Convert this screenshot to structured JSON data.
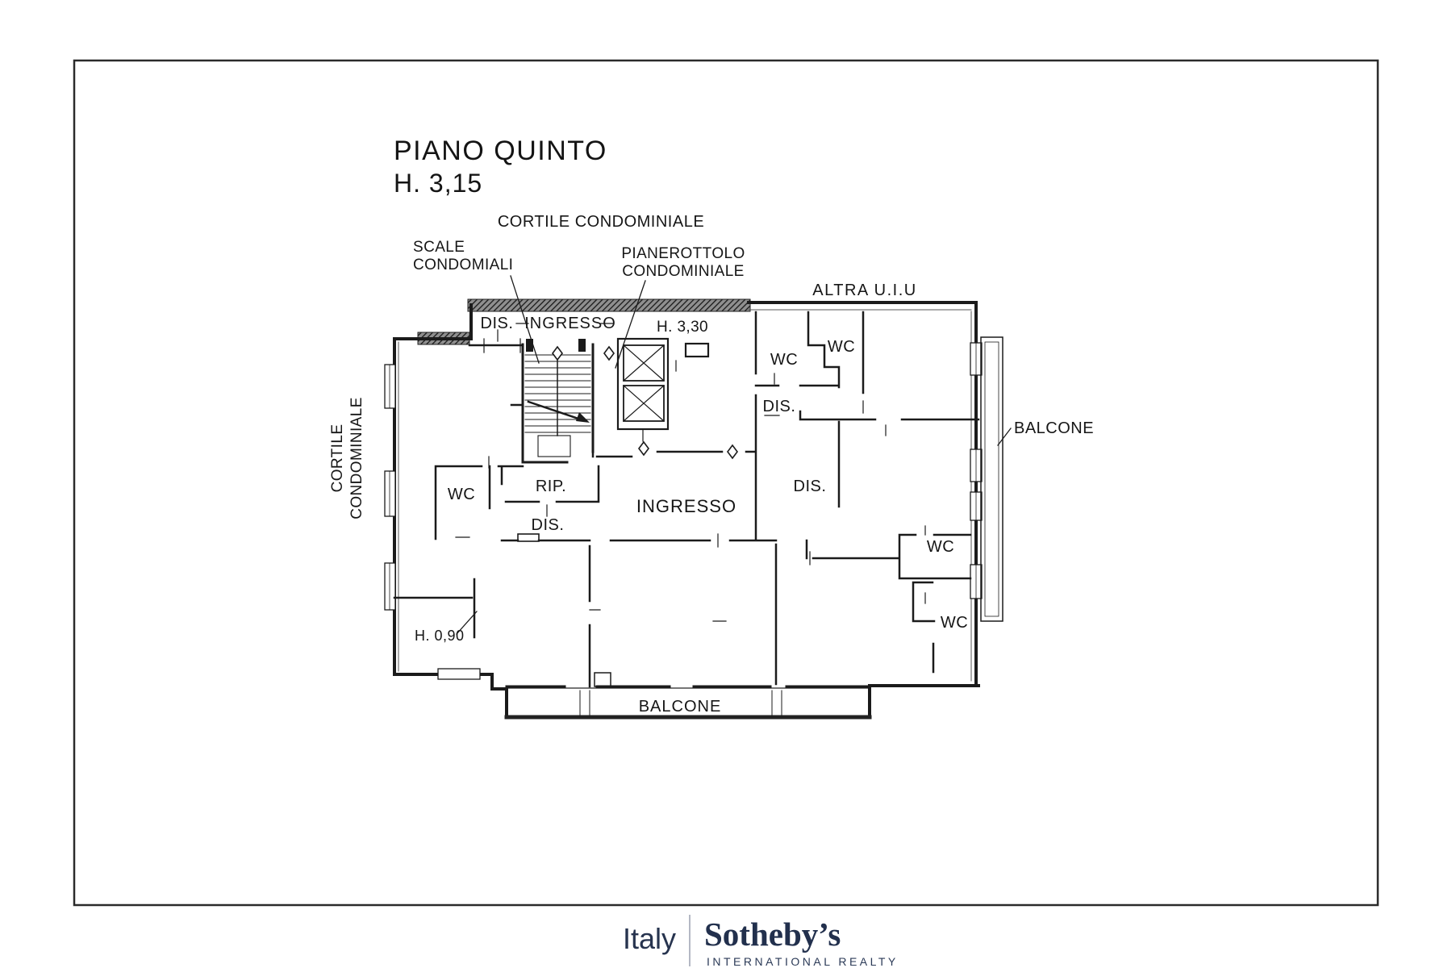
{
  "document": {
    "title": "PIANO QUINTO",
    "subtitle": "H. 3,15"
  },
  "floorplan": {
    "exterior_labels": {
      "courtyard_top": "CORTILE CONDOMINIALE",
      "courtyard_left_line1": "CORTILE",
      "courtyard_left_line2": "CONDOMINIALE",
      "stairs_line1": "SCALE",
      "stairs_line2": "CONDOMIALI",
      "landing_line1": "PIANEROTTOLO",
      "landing_line2": "CONDOMINIALE",
      "other_unit": "ALTRA U.I.U",
      "balcony_right": "BALCONE",
      "balcony_bottom": "BALCONE"
    },
    "room_labels": {
      "dis_entry_top": "DIS.",
      "ingresso_top": "INGRESSO",
      "height_landing": "H. 3,30",
      "wc_top_a": "WC",
      "wc_top_b": "WC",
      "dis_right_upper": "DIS.",
      "dis_right_lower": "DIS.",
      "wc_west": "WC",
      "storage": "RIP.",
      "dis_west": "DIS.",
      "ingresso_main": "INGRESSO",
      "height_low": "H. 0,90",
      "wc_southeast_upper": "WC",
      "wc_southeast_lower": "WC"
    }
  },
  "footer": {
    "region": "Italy",
    "brand": "Sotheby’s",
    "brand_tagline": "INTERNATIONAL REALTY"
  },
  "colors": {
    "ink": "#1b1b1b",
    "brand_navy": "#22304d"
  }
}
